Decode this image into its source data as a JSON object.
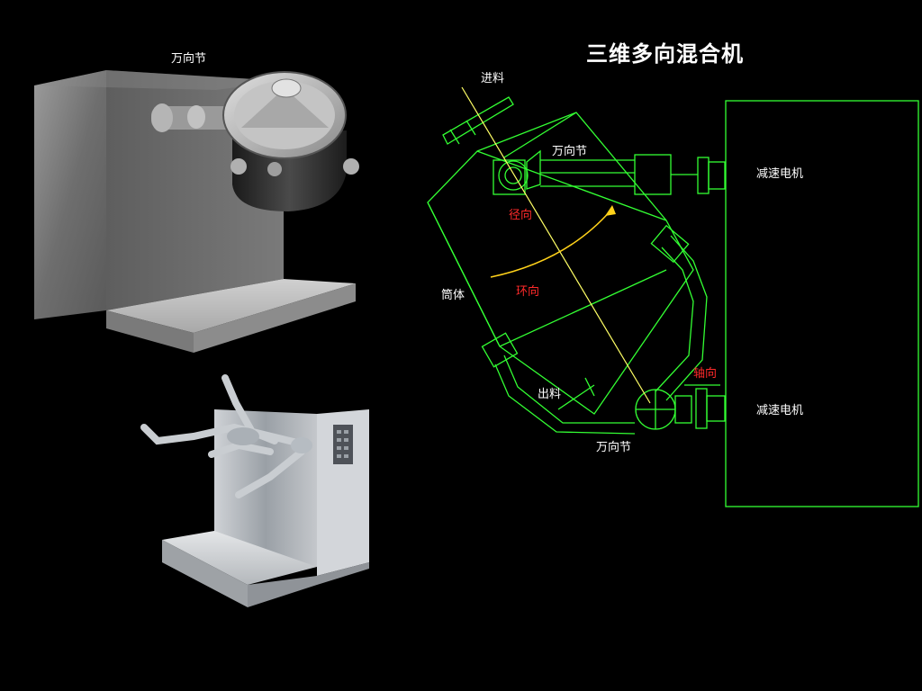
{
  "title": "三维多向混合机",
  "labels": {
    "top_left_universal_joint": "万向节",
    "feed": "进料",
    "universal_joint_upper": "万向节",
    "motor_upper": "减速电机",
    "radial": "径向",
    "circumferential": "环向",
    "barrel": "筒体",
    "axial": "轴向",
    "discharge": "出料",
    "motor_lower": "减速电机",
    "universal_joint_lower": "万向节"
  },
  "colors": {
    "background": "#000000",
    "diagram_line": "#33ff33",
    "axis_line": "#ffff66",
    "label": "#ffffff",
    "direction_label": "#ff2a2a"
  }
}
